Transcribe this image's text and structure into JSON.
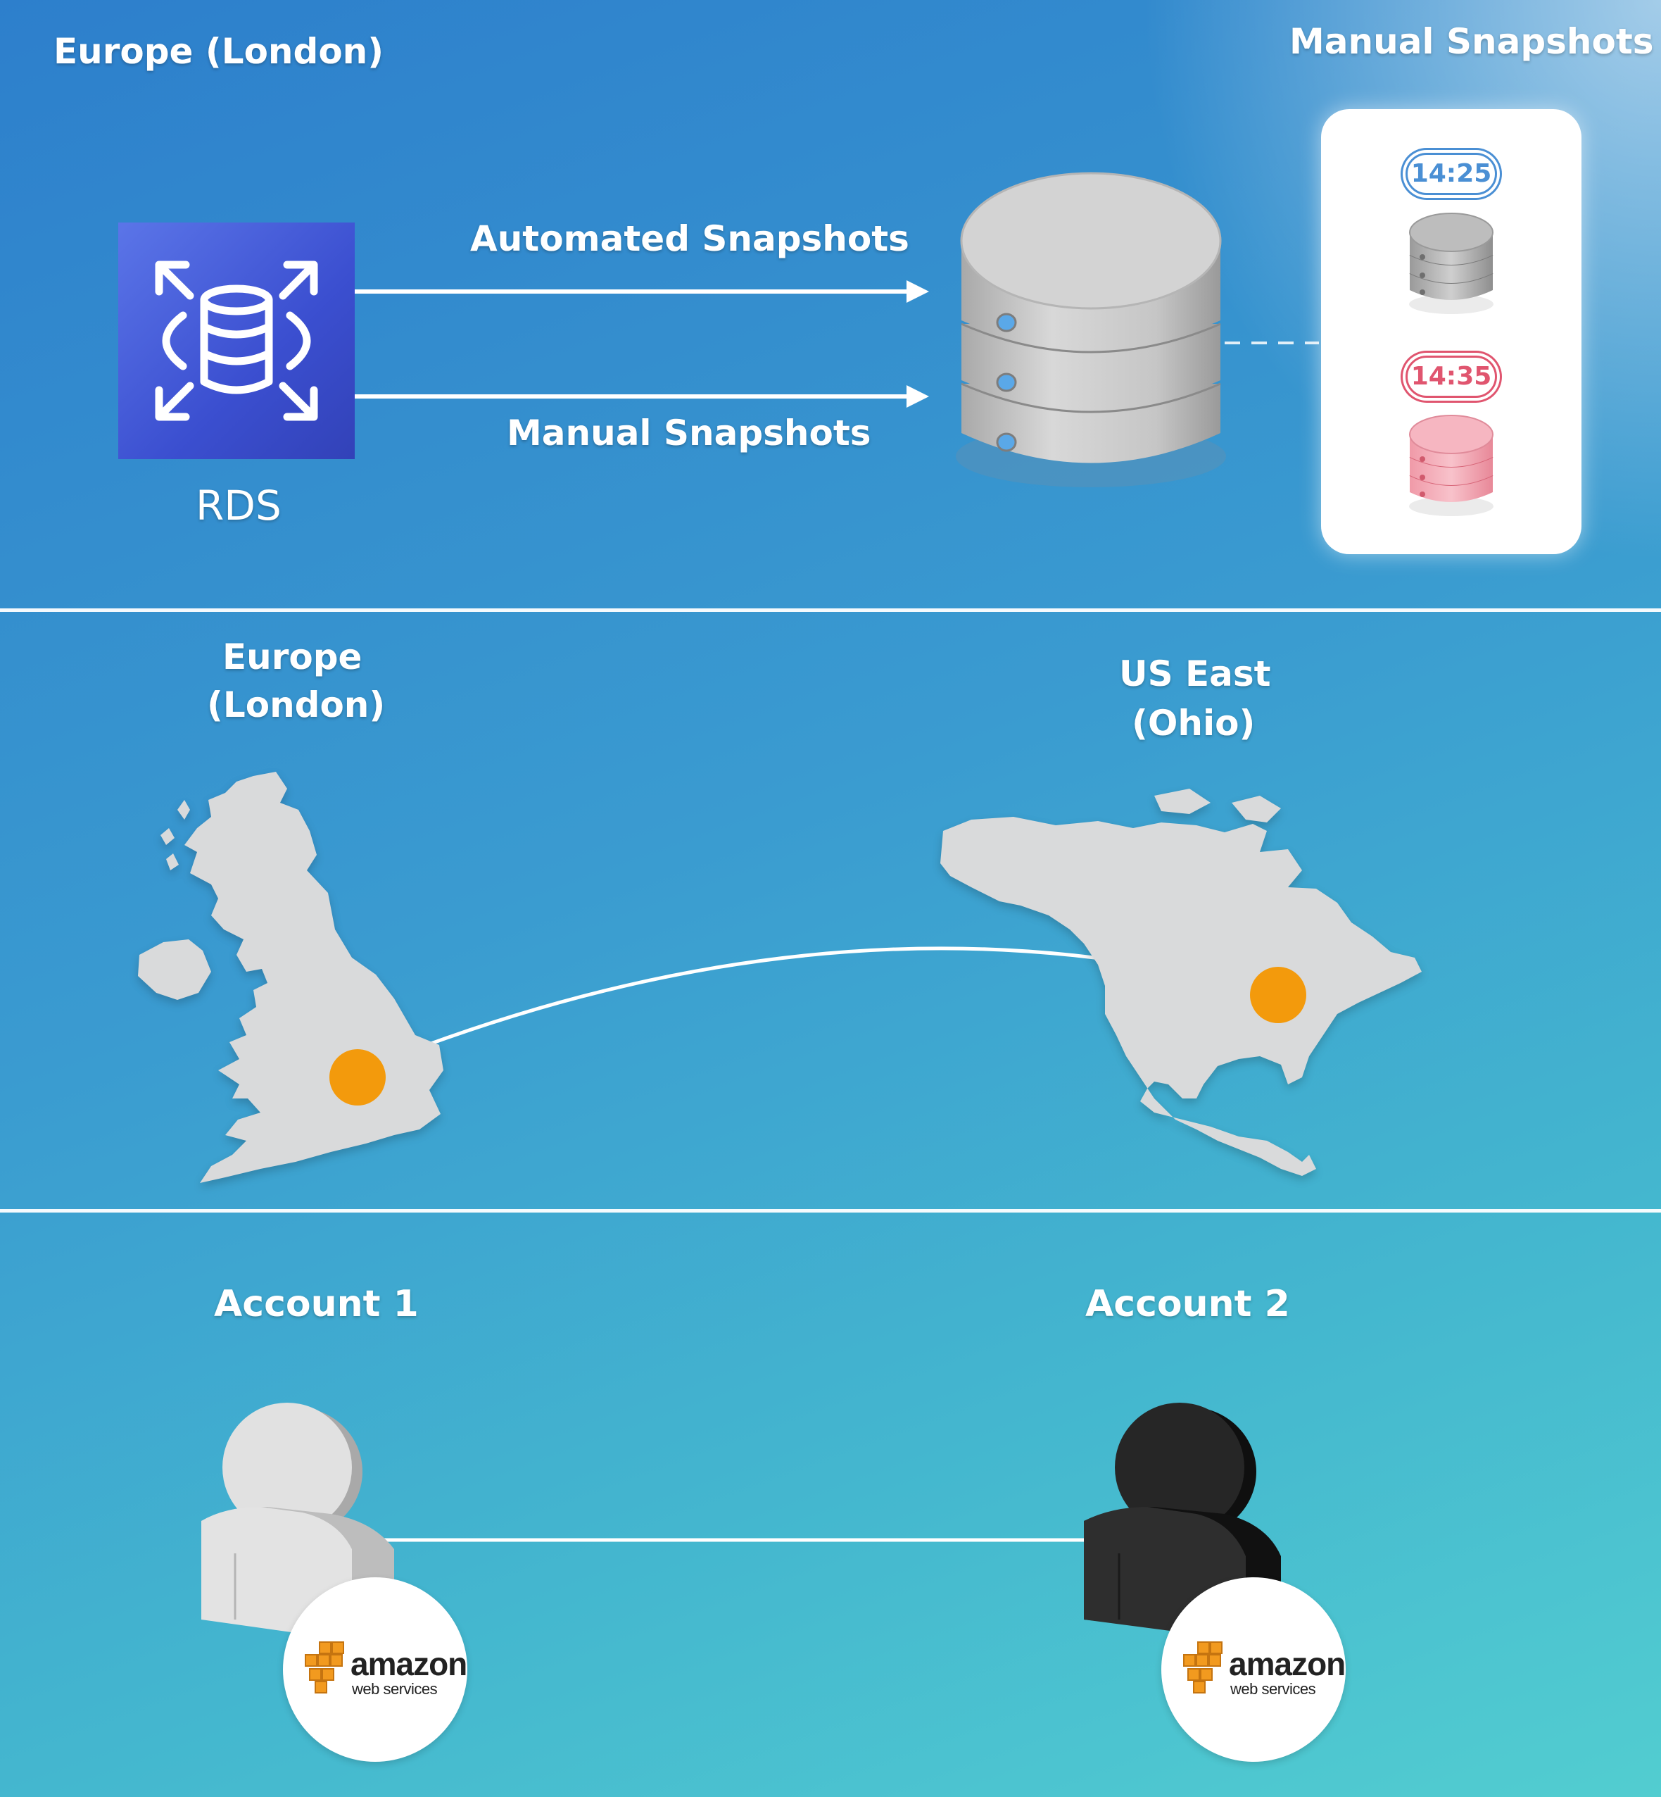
{
  "top": {
    "region_title": "Europe (London)",
    "rds_label": "RDS",
    "automated_label": "Automated Snapshots",
    "manual_label": "Manual Snapshots",
    "card_title": "Manual Snapshots",
    "snapshot_times": [
      "14:25",
      "14:35"
    ]
  },
  "middle": {
    "source_region_line1": "Europe",
    "source_region_line2": "(London)",
    "target_region_line1": "US East",
    "target_region_line2": "(Ohio)"
  },
  "bottom": {
    "account1": "Account 1",
    "account2": "Account 2",
    "aws_word": "amazon",
    "aws_sub": "web services"
  },
  "colors": {
    "marker": "#f39a0c",
    "rds_icon": "#4a5fe0",
    "snapshot_blue": "#4a8fd4",
    "snapshot_red": "#e0556f"
  }
}
